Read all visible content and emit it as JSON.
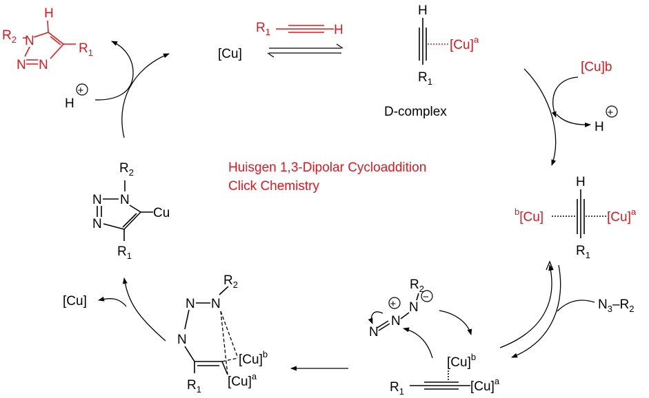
{
  "title": {
    "line1": "Huisgen 1,3-Dipolar Cycloaddition",
    "line2": "Click Chemistry"
  },
  "labels": {
    "cu": "[Cu]",
    "cu_a": "[Cu]",
    "sup_a": "a",
    "sup_b": "b",
    "cu_b": "[Cu]b",
    "h": "H",
    "plus": "+",
    "minus": "−",
    "r": "R",
    "r1_sub": "1",
    "r2_sub": "2",
    "n": "N",
    "n3_sub": "3",
    "d_complex": "D-complex",
    "cu_plain": "Cu",
    "dash_r": "–R"
  },
  "colors": {
    "highlight": "#e8141c",
    "ink": "#000000"
  }
}
